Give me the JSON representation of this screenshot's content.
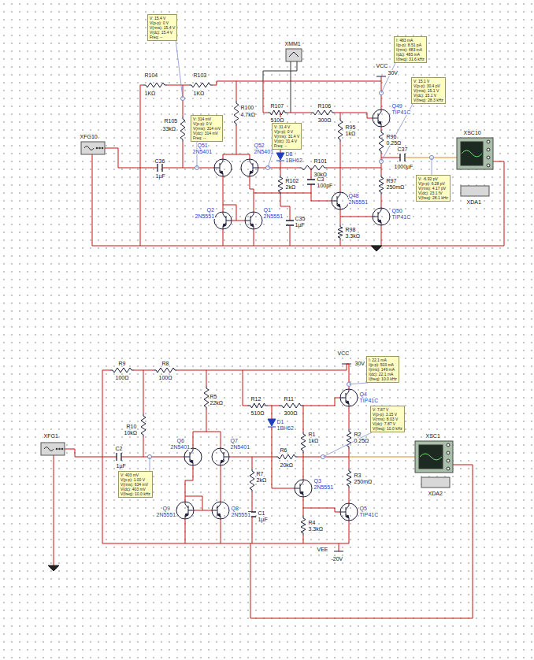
{
  "diagram": {
    "nodes": [
      {
        "text": [
          "V: 15.4 V",
          "V(p-p): 0 V",
          "V(rms): 15.4 V",
          "V(dc): 15.4 V",
          "Freq: --"
        ]
      },
      {
        "text": [
          "V: 314 mV",
          "V(p-p): 0 V",
          "V(rms): 314 mV",
          "V(dc): 314 mV",
          "Freq: --"
        ]
      },
      {
        "text": [
          "V: 31.4 V",
          "V(p-p): 0 V",
          "V(rms): 31.4 V",
          "V(dc): 31.4 V",
          "Freq: --"
        ]
      },
      {
        "text": [
          "I: 483 mA",
          "I(p-p): 8.51 pA",
          "I(rms): 483 mA",
          "I(dc): 483 mA",
          "I(freq): 31.6 kHz"
        ]
      },
      {
        "text": [
          "V: 15.1 V",
          "V(p-p): 30.4 pV",
          "V(rms): 15.1 V",
          "V(dc): 15.1 V",
          "V(freq): 28.3 kHz"
        ]
      },
      {
        "text": [
          "V: -6.92 pV",
          "V(p-p): 6.28 pV",
          "V(rms): 4.17 pV",
          "V(dc): 23.1 fV",
          "V(freq): 28.1 kHz"
        ]
      },
      {
        "text": [
          "V: 403 mV",
          "V(p-p): 1.00 V",
          "V(rms): 634 mV",
          "V(dc): 403 mV",
          "V(freq): 10.0 kHz"
        ]
      },
      {
        "text": [
          "V: 7.87 V",
          "V(p-p): 3.15 V",
          "V(rms): 8.03 V",
          "V(dc): 7.87 V",
          "V(freq): 10.0 kHz"
        ]
      },
      {
        "text": [
          "I: 22.1 mA",
          "I(p-p): 503 mA",
          "I(rms): 149 mA",
          "I(dc): 22.1 mA",
          "I(freq): 10.0 kHz"
        ]
      }
    ],
    "labels": [
      "R104",
      "1KΩ",
      "R103",
      "1KΩ",
      "R105",
      "33kΩ",
      "R100",
      "4.7kΩ",
      "XMM1",
      "R107",
      "510Ω",
      "R106",
      "300Ω",
      "VCC",
      "30V",
      "Q49",
      "TIP41C",
      "R95",
      "1kΩ",
      "R96",
      "0.25Ω",
      "D8",
      "1BH62",
      "XSC10",
      "XFG10",
      "C36",
      "1µF",
      "Q51",
      "2N5401",
      "Q52",
      "2N5401",
      "R101",
      "30kΩ",
      "C37",
      "1000µF",
      "XDA1",
      "R97",
      "250mΩ",
      "R102",
      "2kΩ",
      "C3",
      "100pF",
      "Q48",
      "2N5551",
      "Q2",
      "2N5551",
      "Q1",
      "2N5551",
      "C35",
      "1µF",
      "Q50",
      "TIP41C",
      "R98",
      "3.3kΩ",
      "R9",
      "100Ω",
      "R8",
      "100Ω",
      "VCC",
      "30V",
      "R5",
      "22kΩ",
      "R12",
      "510Ω",
      "R11",
      "300Ω",
      "Q4",
      "TIP41C",
      "XSC1",
      "R10",
      "10kΩ",
      "D1",
      "1BH62",
      "R1",
      "1kΩ",
      "R2",
      "0.25Ω",
      "XFG1",
      "C2",
      "1µF",
      "Q6",
      "2N5401",
      "Q7",
      "2N5401",
      "R6",
      "20kΩ",
      "XDA2",
      "R7",
      "2kΩ",
      "R3",
      "250mΩ",
      "Q3",
      "2N5551",
      "Q9",
      "2N5551",
      "Q8",
      "2N5551",
      "C1",
      "1µF",
      "Q5",
      "TIP41C",
      "R4",
      "3.3kΩ",
      "VEE",
      "-20V"
    ]
  }
}
